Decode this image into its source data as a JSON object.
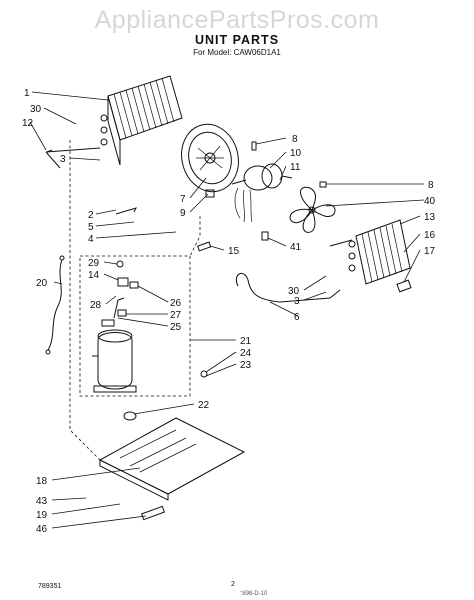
{
  "watermark": "AppliancePartsPros.com",
  "header": {
    "title": "UNIT PARTS",
    "subtitle": "For Model: CAW06D1A1"
  },
  "callouts": [
    "1",
    "30",
    "12",
    "3",
    "2",
    "5",
    "4",
    "7",
    "9",
    "8",
    "10",
    "11",
    "8",
    "40",
    "13",
    "16",
    "17",
    "15",
    "41",
    "20",
    "29",
    "14",
    "28",
    "26",
    "27",
    "25",
    "21",
    "24",
    "23",
    "30",
    "3",
    "6",
    "22",
    "18",
    "43",
    "19",
    "46"
  ],
  "footer": {
    "left": "789351",
    "center": "2",
    "right": "ᵔ898-D-10"
  }
}
